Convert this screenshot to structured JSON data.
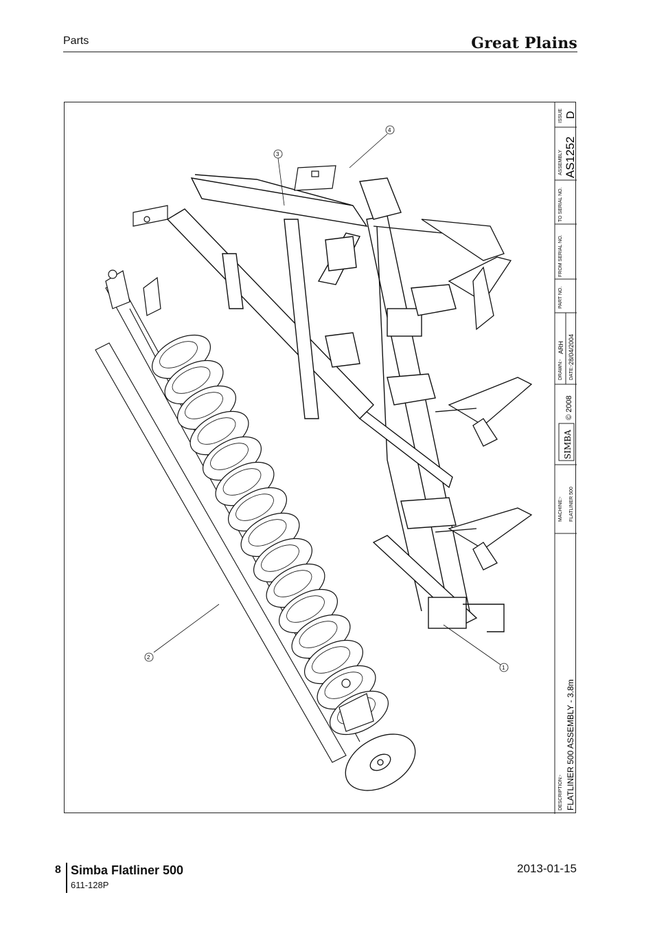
{
  "header": {
    "section": "Parts",
    "brand": "Great Plains"
  },
  "title_block": {
    "description_label": "DESCRIPTION:-",
    "description": "FLATLINER 500 ASSEMBLY - 3.8m",
    "machine_label": "MACHINE:-",
    "machine": "FLATLINER 500",
    "logo_text": "SIMBA",
    "copyright": "© 2008",
    "drawn_label": "DRAWN:-",
    "drawn": "ARH",
    "date_label": "DATE:-",
    "date": "28/04/2004",
    "part_no_label": "PART NO.",
    "from_serial_label": "FROM SERIAL NO.",
    "to_serial_label": "TO SERIAL NO.",
    "assembly_label": "ASSEMBLY",
    "assembly": "AS1252",
    "issue_label": "ISSUE",
    "issue": "D"
  },
  "callouts": [
    "1",
    "2",
    "3",
    "4"
  ],
  "footer": {
    "page_number": "8",
    "product": "Simba Flatliner 500",
    "doc_code": "611-128P",
    "date": "2013-01-15"
  }
}
